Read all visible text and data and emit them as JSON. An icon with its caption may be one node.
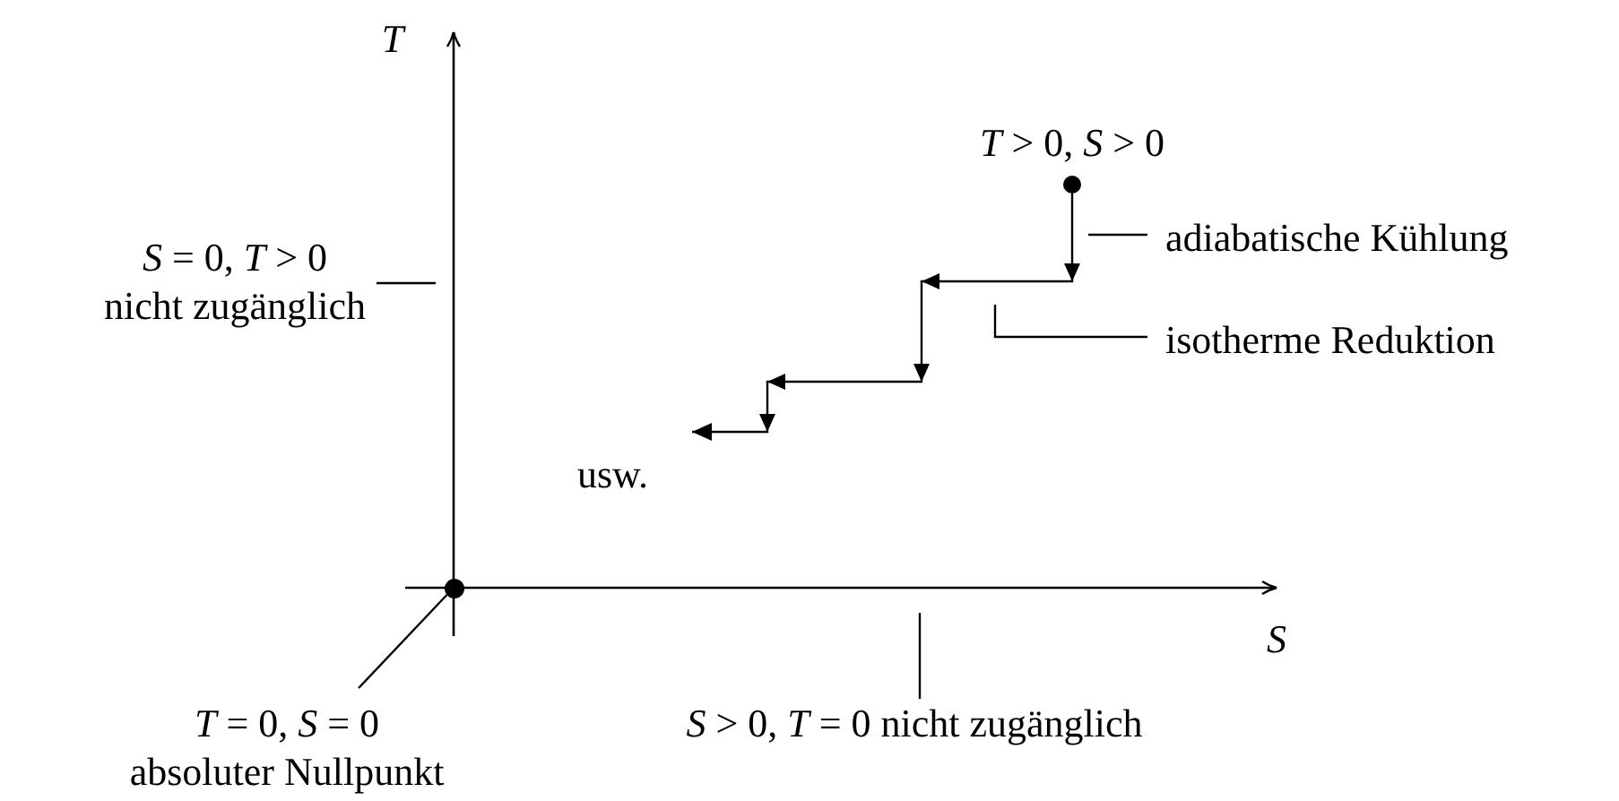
{
  "diagram": {
    "nodes": [
      {
        "text": [],
        "shape": "circle",
        "beside": [
          "*T* > 0, *S* > 0"
        ]
      },
      {
        "text": [
          "adiabatische Kühlung"
        ]
      },
      {
        "text": [
          "isotherme Reduktion"
        ]
      },
      {
        "text": [
          "*S* = 0, *T* > 0",
          "nicht zugänglich"
        ]
      },
      {
        "text": [
          "usw."
        ]
      },
      {
        "text": [],
        "shape": "circle"
      },
      {
        "text": [
          "*T* = 0, *S* = 0",
          "absoluter Nullpunkt"
        ]
      },
      {
        "text": [
          "*S* > 0, *T* = 0 nicht zugänglich"
        ]
      }
    ],
    "edges": [
      {
        "from": 0,
        "to": 4,
        "arrow": "to"
      },
      {
        "from": 1,
        "to": null,
        "arrow": "none"
      },
      {
        "from": 2,
        "to": null,
        "arrow": "none"
      },
      {
        "from": 3,
        "to": null,
        "arrow": "none"
      },
      {
        "from": 6,
        "to": 5,
        "arrow": "none"
      },
      {
        "from": 7,
        "to": null,
        "arrow": "none"
      }
    ],
    "labels": [
      "T",
      "S"
    ]
  }
}
